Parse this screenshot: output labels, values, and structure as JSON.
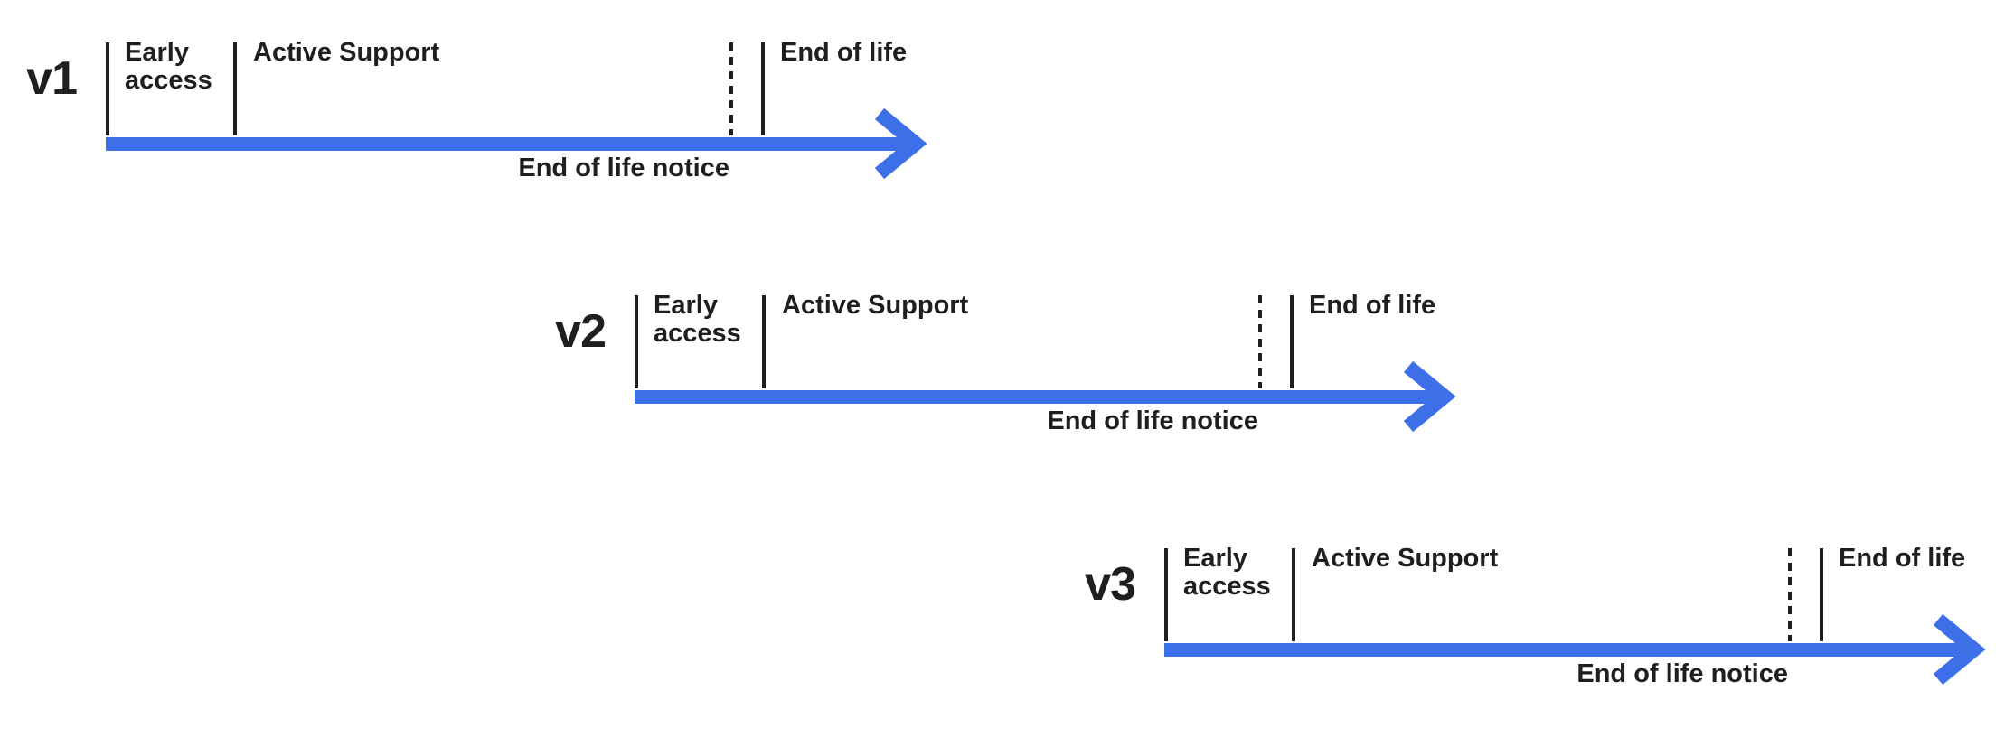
{
  "colors": {
    "accent_blue": "#3D6FE8",
    "ink": "#1F1F1F"
  },
  "rows": [
    {
      "version": "v1",
      "early_access": "Early access",
      "active_support": "Active Support",
      "end_of_life": "End of life",
      "eol_notice": "End of life notice"
    },
    {
      "version": "v2",
      "early_access": "Early access",
      "active_support": "Active Support",
      "end_of_life": "End of life",
      "eol_notice": "End of life notice"
    },
    {
      "version": "v3",
      "early_access": "Early access",
      "active_support": "Active Support",
      "end_of_life": "End of life",
      "eol_notice": "End of life notice"
    }
  ]
}
